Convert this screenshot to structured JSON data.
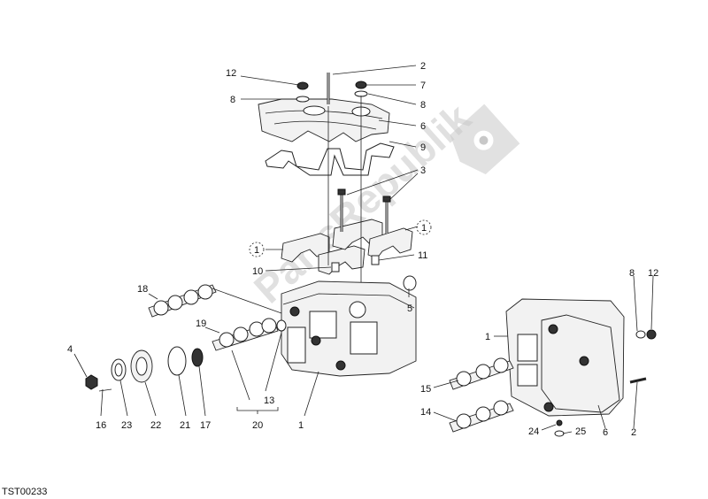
{
  "drawing_code": "TST00233",
  "watermark": "PartsRepublik",
  "callouts": [
    {
      "id": "c12a",
      "text": "12"
    },
    {
      "id": "c8a",
      "text": "8"
    },
    {
      "id": "c2a",
      "text": "2"
    },
    {
      "id": "c7",
      "text": "7"
    },
    {
      "id": "c8b",
      "text": "8"
    },
    {
      "id": "c6a",
      "text": "6"
    },
    {
      "id": "c9",
      "text": "9"
    },
    {
      "id": "c3",
      "text": "3"
    },
    {
      "id": "c1a",
      "text": "1"
    },
    {
      "id": "c1b",
      "text": "1"
    },
    {
      "id": "c10",
      "text": "10"
    },
    {
      "id": "c11",
      "text": "11"
    },
    {
      "id": "c18",
      "text": "18"
    },
    {
      "id": "c5",
      "text": "5"
    },
    {
      "id": "c19",
      "text": "19"
    },
    {
      "id": "c4",
      "text": "4"
    },
    {
      "id": "c13",
      "text": "13"
    },
    {
      "id": "c16",
      "text": "16"
    },
    {
      "id": "c23",
      "text": "23"
    },
    {
      "id": "c22",
      "text": "22"
    },
    {
      "id": "c21",
      "text": "21"
    },
    {
      "id": "c17",
      "text": "17"
    },
    {
      "id": "c20",
      "text": "20"
    },
    {
      "id": "c1c",
      "text": "1"
    },
    {
      "id": "c1d",
      "text": "1"
    },
    {
      "id": "c8c",
      "text": "8"
    },
    {
      "id": "c12b",
      "text": "12"
    },
    {
      "id": "c15",
      "text": "15"
    },
    {
      "id": "c14",
      "text": "14"
    },
    {
      "id": "c24",
      "text": "24"
    },
    {
      "id": "c25",
      "text": "25"
    },
    {
      "id": "c6b",
      "text": "6"
    },
    {
      "id": "c2b",
      "text": "2"
    }
  ]
}
